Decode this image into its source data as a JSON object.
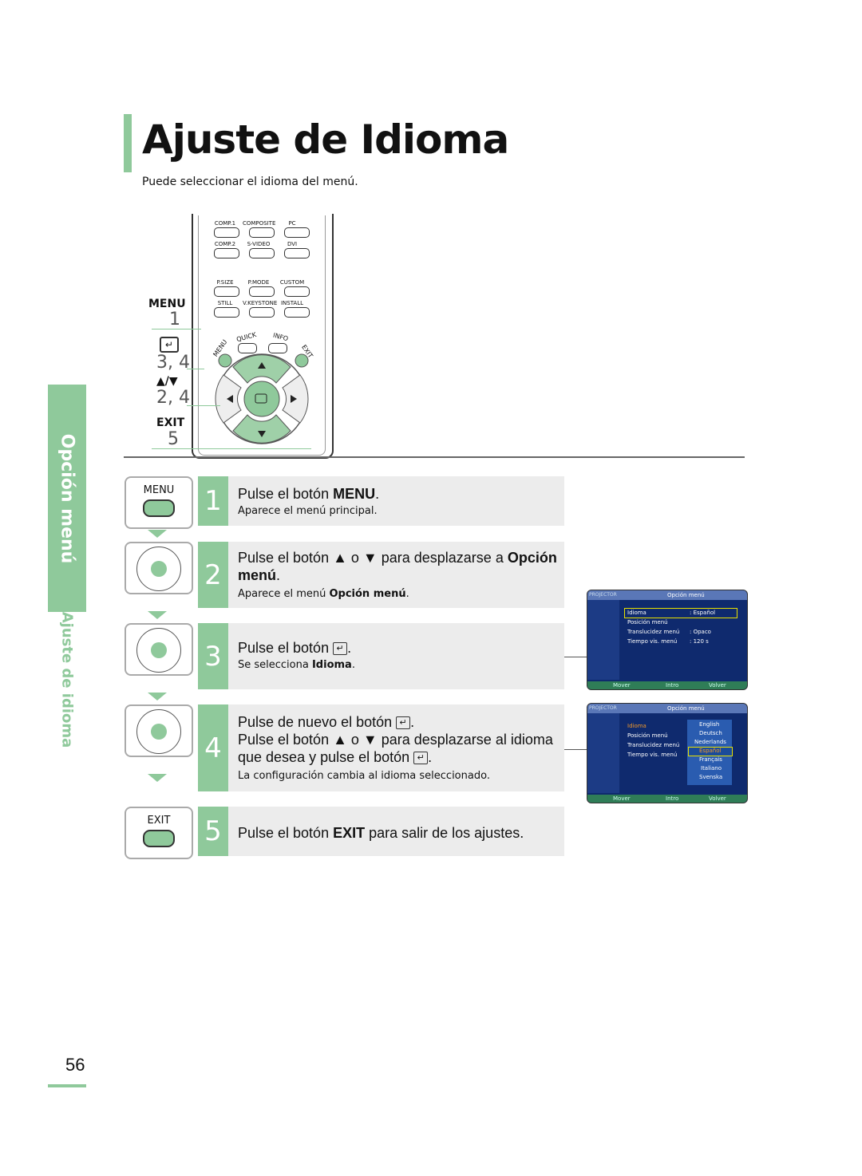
{
  "header": {
    "title": "Ajuste de Idioma",
    "subtitle": "Puede seleccionar el idioma del menú."
  },
  "side_tab": {
    "section": "Opción menú",
    "page_topic": "Ajuste de idioma"
  },
  "remote": {
    "row1_labels": [
      "COMP.1",
      "COMPOSITE",
      "PC"
    ],
    "row2_labels": [
      "COMP.2",
      "S-VIDEO",
      "DVI"
    ],
    "row3_labels": [
      "P.SIZE",
      "P.MODE",
      "CUSTOM"
    ],
    "row4_labels": [
      "STILL",
      "V.KEYSTONE",
      "INSTALL"
    ],
    "arc_labels": {
      "menu": "MENU",
      "quick": "QUICK",
      "info": "INFO",
      "exit": "EXIT"
    },
    "callouts": {
      "menu_label": "MENU",
      "menu_num": "1",
      "enter_num": "3, 4",
      "arrows_label": "▲/▼",
      "arrows_num": "2, 4",
      "exit_label": "EXIT",
      "exit_num": "5"
    }
  },
  "steps": [
    {
      "num": "1",
      "icon_label": "MENU",
      "line1": "Pulse el botón ",
      "bold1": "MENU",
      "tail1": ".",
      "sub": "Aparece el menú principal."
    },
    {
      "num": "2",
      "line1": "Pulse el botón ▲ o ▼ para desplazarse a ",
      "bold1": "Opción",
      "bold2": "menú",
      "tail2": ".",
      "sub_prefix": "Aparece el menú ",
      "sub_bold": "Opción menú",
      "sub_tail": "."
    },
    {
      "num": "3",
      "line1": "Pulse el botón ",
      "tail1": ".",
      "sub_prefix": "Se selecciona ",
      "sub_bold": "Idioma",
      "sub_tail": "."
    },
    {
      "num": "4",
      "line1": "Pulse de nuevo el botón ",
      "tail1": ".",
      "line2": "Pulse el botón ▲ o ▼ para desplazarse al idioma",
      "line3": "que desea y pulse el botón ",
      "tail3": ".",
      "sub": "La configuración cambia al idioma seleccionado."
    },
    {
      "num": "5",
      "icon_label": "EXIT",
      "line1": "Pulse el botón ",
      "bold1": "EXIT",
      "tail1": " para salir de los ajustes."
    }
  ],
  "osd1": {
    "brand": "PROJECTOR",
    "menu_title": "Opción menú",
    "rows": [
      {
        "label": "Idioma",
        "value": ": Español"
      },
      {
        "label": "Posición menú",
        "value": ""
      },
      {
        "label": "Translucidez menú",
        "value": ": Opaco"
      },
      {
        "label": "Tiempo vis. menú",
        "value": ": 120 s"
      }
    ],
    "footer": [
      "Mover",
      "Intro",
      "Volver"
    ]
  },
  "osd2": {
    "brand": "PROJECTOR",
    "menu_title": "Opción menú",
    "rows": [
      "Idioma",
      "Posición menú",
      "Translucidez menú",
      "Tiempo vis. menú"
    ],
    "languages": [
      "English",
      "Deutsch",
      "Nederlands",
      "Español",
      "Français",
      "Italiano",
      "Svenska"
    ],
    "footer": [
      "Mover",
      "Intro",
      "Volver"
    ]
  },
  "page_number": "56",
  "colors": {
    "accent": "#8fc99b",
    "osd_bg": "#0f2a6e",
    "highlight": "#e8e000"
  }
}
